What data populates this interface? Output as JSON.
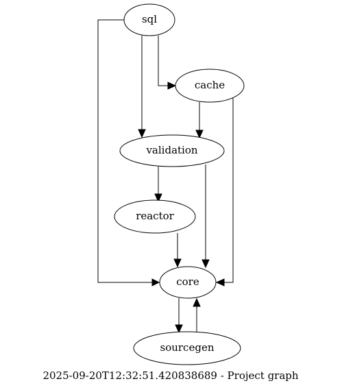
{
  "graph": {
    "caption": "2025-09-20T12:32:51.420838689 - Project graph",
    "nodes": {
      "sql": "sql",
      "cache": "cache",
      "validation": "validation",
      "reactor": "reactor",
      "core": "core",
      "sourcegen": "sourcegen"
    },
    "edges": [
      {
        "from": "sql",
        "to": "core"
      },
      {
        "from": "sql",
        "to": "validation"
      },
      {
        "from": "sql",
        "to": "cache"
      },
      {
        "from": "cache",
        "to": "validation"
      },
      {
        "from": "cache",
        "to": "core"
      },
      {
        "from": "validation",
        "to": "reactor"
      },
      {
        "from": "validation",
        "to": "core"
      },
      {
        "from": "reactor",
        "to": "core"
      },
      {
        "from": "core",
        "to": "sourcegen"
      },
      {
        "from": "sourcegen",
        "to": "core"
      }
    ]
  }
}
